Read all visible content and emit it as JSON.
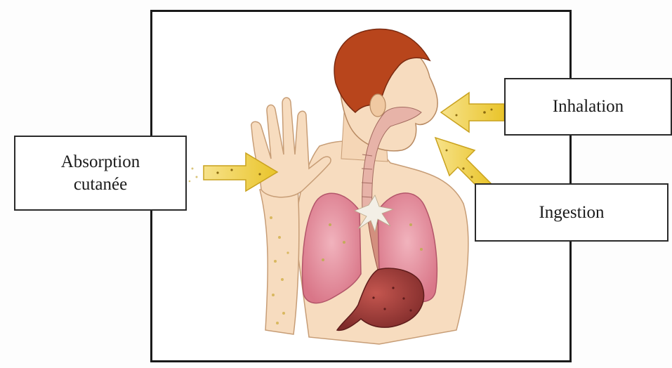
{
  "labels": {
    "inhalation": "Inhalation",
    "ingestion": "Ingestion",
    "absorption_line1": "Absorption",
    "absorption_line2": "cutanée"
  },
  "colors": {
    "frame": "#1a1a1a",
    "arrow": "#f0d13a",
    "skin": "#f6d6b4",
    "hair": "#b8451c",
    "lung": "#e79aa8",
    "stomach": "#a8413f"
  },
  "icons": {
    "arrows": "yellow-arrow",
    "figure": "human-body-illustration"
  }
}
